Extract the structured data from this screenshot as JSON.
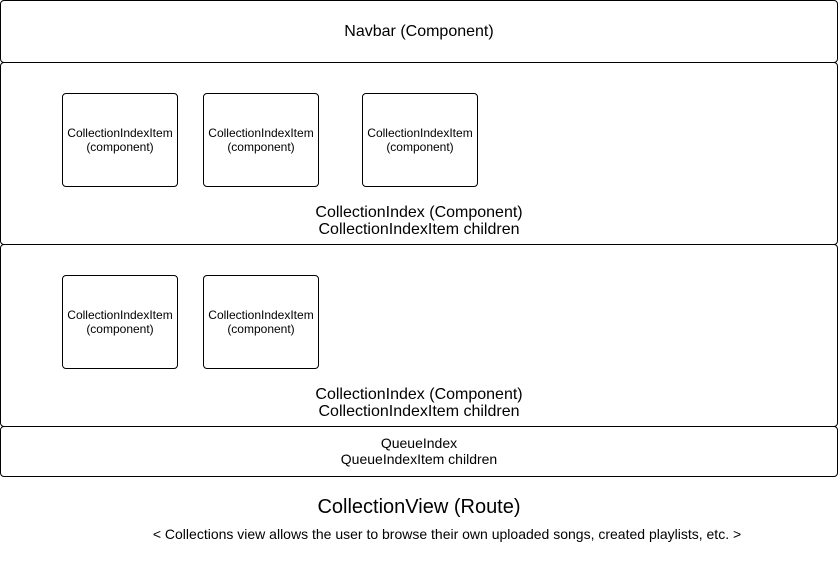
{
  "navbar": {
    "label": "Navbar (Component)"
  },
  "collection_indexes": [
    {
      "title": "CollectionIndex (Component)",
      "subtitle": "CollectionIndexItem children",
      "items": [
        {
          "name": "CollectionIndexItem",
          "kind": "(component)"
        },
        {
          "name": "CollectionIndexItem",
          "kind": "(component)"
        },
        {
          "name": "CollectionIndexItem",
          "kind": "(component)"
        }
      ]
    },
    {
      "title": "CollectionIndex (Component)",
      "subtitle": "CollectionIndexItem children",
      "items": [
        {
          "name": "CollectionIndexItem",
          "kind": "(component)"
        },
        {
          "name": "CollectionIndexItem",
          "kind": "(component)"
        }
      ]
    }
  ],
  "queue": {
    "title": "QueueIndex",
    "subtitle": "QueueIndexItem children"
  },
  "route": {
    "title": "CollectionView (Route)",
    "description": "< Collections view allows the user to browse their own uploaded songs, created playlists, etc. >"
  }
}
